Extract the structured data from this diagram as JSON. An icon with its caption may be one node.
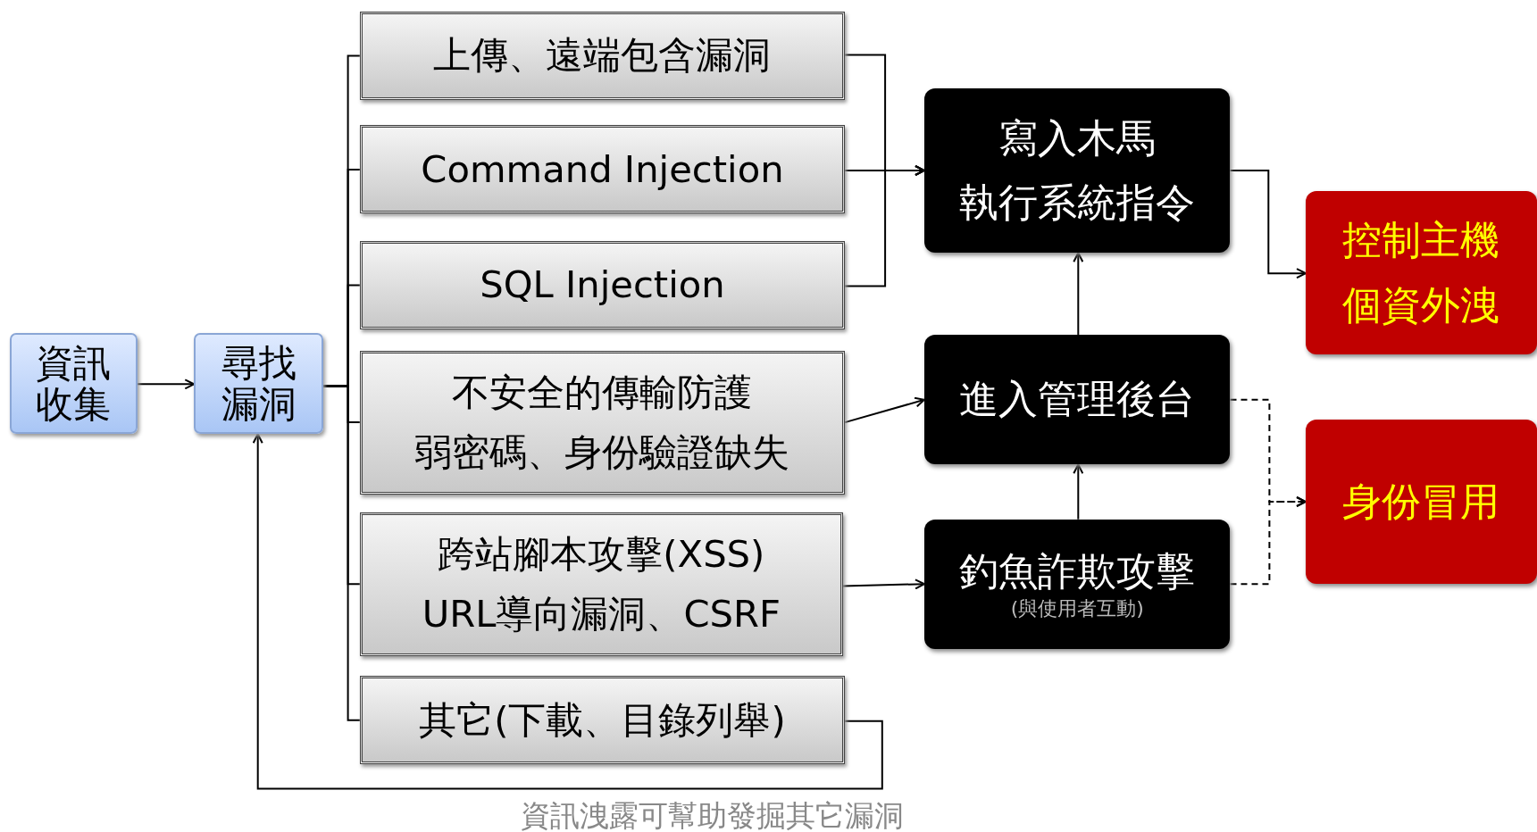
{
  "diagram": {
    "nodes": [
      {
        "text": [
          "資訊收集"
        ]
      },
      {
        "text": [
          "尋找漏洞"
        ]
      },
      {
        "text": [
          "上傳、遠端包含漏洞"
        ]
      },
      {
        "text": [
          "Command Injection"
        ]
      },
      {
        "text": [
          "SQL Injection"
        ]
      },
      {
        "text": [
          "不安全的傳輸防護",
          "弱密碼、身份驗證缺失"
        ]
      },
      {
        "text": [
          "跨站腳本攻擊(XSS)",
          "URL導向漏洞、CSRF"
        ]
      },
      {
        "text": [
          "其它(下載、目錄列舉)"
        ]
      },
      {
        "text": [
          "寫入木馬",
          "執行系統指令"
        ]
      },
      {
        "text": [
          "進入管理後台"
        ]
      },
      {
        "text": [
          "釣魚詐欺攻擊",
          "(與使用者互動)"
        ]
      },
      {
        "text": [
          "控制主機",
          "個資外洩"
        ]
      },
      {
        "text": [
          "身份冒用"
        ]
      }
    ],
    "edges": [
      {
        "from": 0,
        "to": 1,
        "arrow": "to"
      },
      {
        "from": 1,
        "to": 2,
        "arrow": "none"
      },
      {
        "from": 1,
        "to": 3,
        "arrow": "none"
      },
      {
        "from": 1,
        "to": 4,
        "arrow": "none"
      },
      {
        "from": 1,
        "to": 5,
        "arrow": "none"
      },
      {
        "from": 1,
        "to": 6,
        "arrow": "none"
      },
      {
        "from": 1,
        "to": 7,
        "arrow": "none"
      },
      {
        "from": 2,
        "to": 8,
        "arrow": "to"
      },
      {
        "from": 3,
        "to": 8,
        "arrow": "to"
      },
      {
        "from": 4,
        "to": 8,
        "arrow": "to"
      },
      {
        "from": 5,
        "to": 9,
        "arrow": "to"
      },
      {
        "from": 6,
        "to": 10,
        "arrow": "to"
      },
      {
        "from": 7,
        "to": 1,
        "arrow": "to",
        "label": "資訊洩露可幫助發掘其它漏洞"
      },
      {
        "from": 9,
        "to": 8,
        "arrow": "to"
      },
      {
        "from": 10,
        "to": 9,
        "arrow": "to"
      },
      {
        "from": 8,
        "to": 11,
        "arrow": "to"
      },
      {
        "from": 9,
        "to": 12,
        "arrow": "to",
        "style": "dashed"
      },
      {
        "from": 10,
        "to": 12,
        "arrow": "to",
        "style": "dashed"
      }
    ]
  }
}
